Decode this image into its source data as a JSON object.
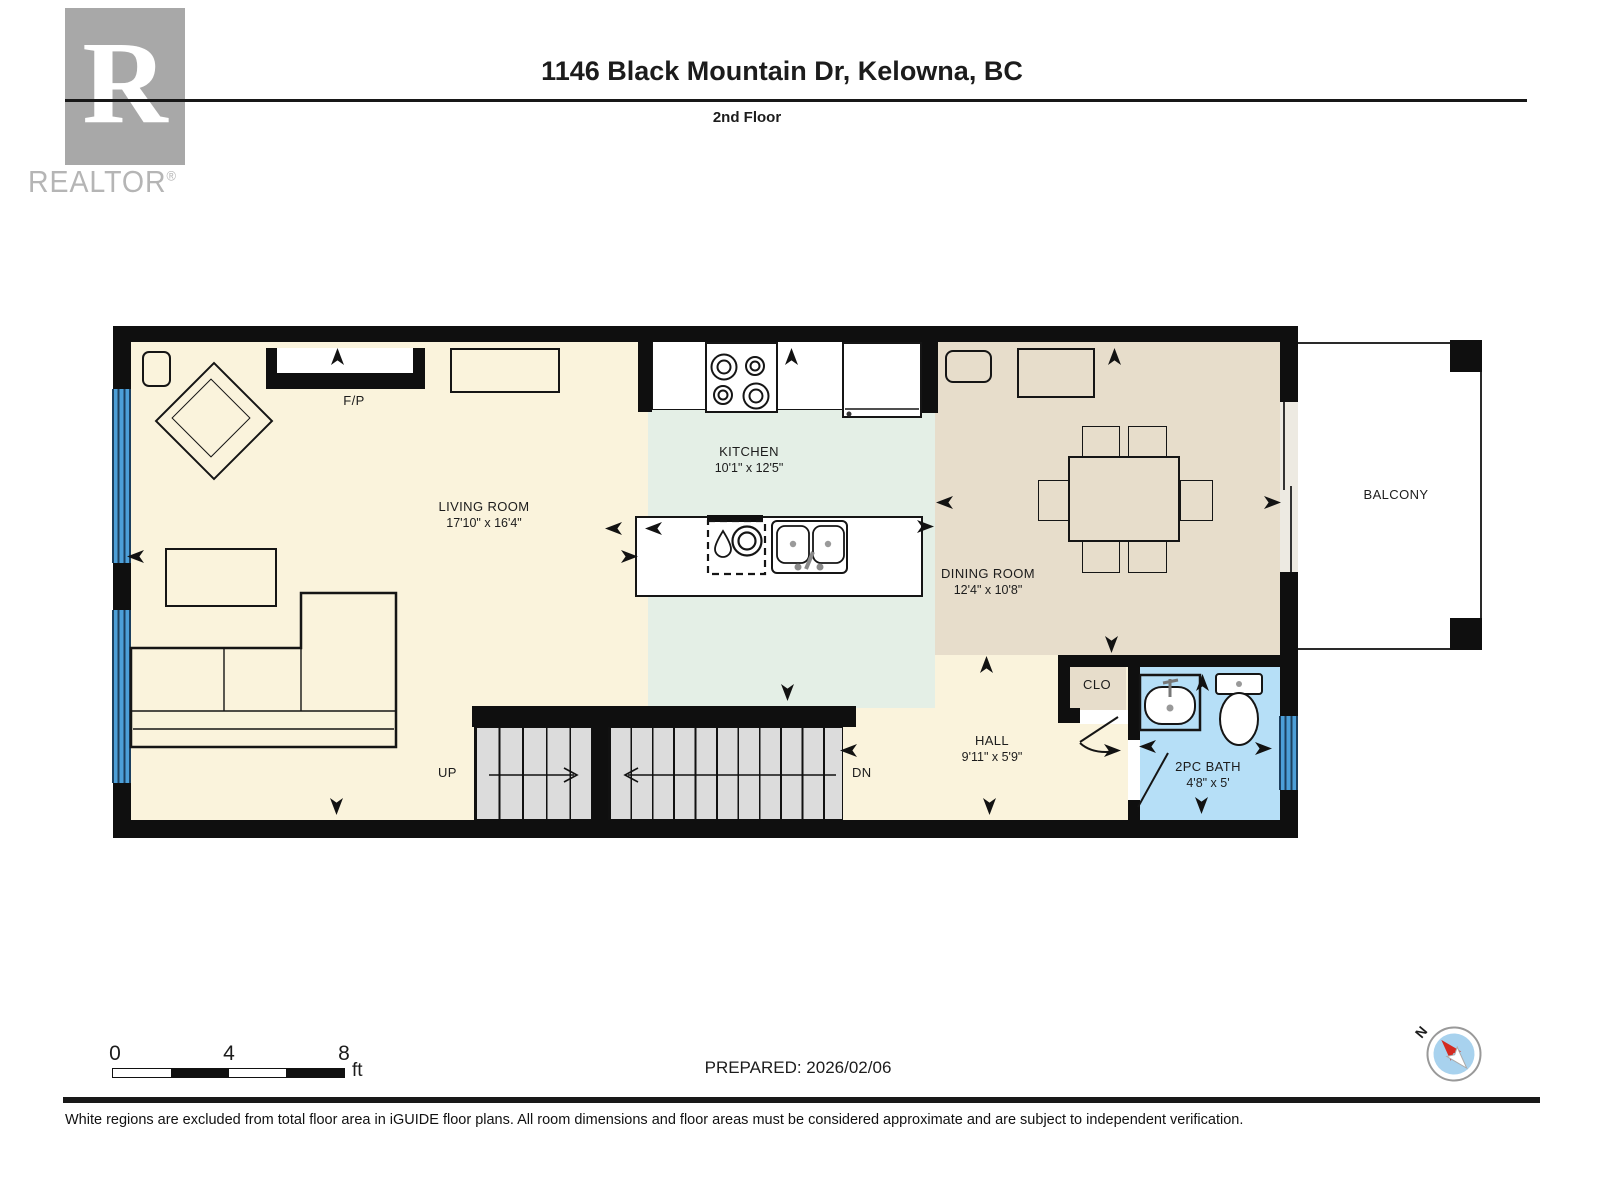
{
  "header": {
    "title": "1146 Black Mountain Dr, Kelowna, BC",
    "floor": "2nd Floor"
  },
  "logo": {
    "letter": "R",
    "brand": "REALTOR",
    "registered": "®"
  },
  "rooms": {
    "living": {
      "name": "LIVING ROOM",
      "dims": "17'10\" x 16'4\""
    },
    "kitchen": {
      "name": "KITCHEN",
      "dims": "10'1\" x 12'5\""
    },
    "dining": {
      "name": "DINING ROOM",
      "dims": "12'4\" x 10'8\""
    },
    "hall": {
      "name": "HALL",
      "dims": "9'11\" x 5'9\""
    },
    "bath": {
      "name": "2PC BATH",
      "dims": "4'8\" x 5'"
    },
    "closet": {
      "name": "CLO"
    },
    "balcony": {
      "name": "BALCONY"
    },
    "fireplace": {
      "name": "F/P"
    }
  },
  "stairs": {
    "up": "UP",
    "down": "DN"
  },
  "scale_bar": {
    "start": "0",
    "mid": "4",
    "end": "8",
    "unit": "ft"
  },
  "compass": {
    "north": "N"
  },
  "footer": {
    "prepared": "PREPARED: 2026/02/06",
    "disclaimer": "White regions are excluded from total floor area in iGUIDE floor plans. All room dimensions and floor areas must be considered approximate and are subject to independent verification."
  },
  "icons": {
    "pano_arrow": "black directional dart",
    "compass_needle": "red/white needle in blue circle"
  },
  "colors": {
    "wall": "#0F0F0F",
    "floor_cream": "#FAF3DC",
    "kitchen_green": "#E4EFE6",
    "dining_tan": "#E7DDCB",
    "bath_blue": "#B6DFF7",
    "window_blue": "#4C9FD8",
    "stairs_gray": "#DCDCDC",
    "logo_gray": "#A8A8A8",
    "compass_blue": "#A8D2EE",
    "compass_red": "#D42A20"
  }
}
